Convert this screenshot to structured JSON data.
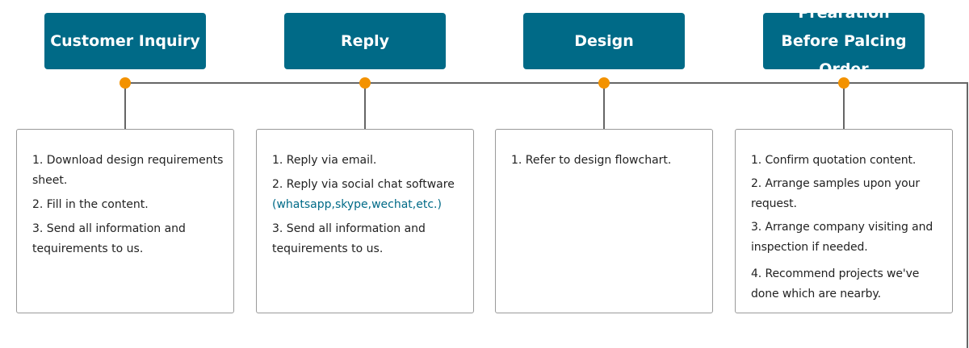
{
  "colors": {
    "header_bg": "#006a87",
    "header_text": "#ffffff",
    "dot": "#f39200",
    "line": "#666666",
    "box_border": "#9a9a9a",
    "highlight_text": "#006a87"
  },
  "stages": [
    {
      "title": "Customer Inquiry",
      "items": [
        "1. Download design requirements sheet.",
        "2. Fill in the content.",
        "3. Send all information and tequirements to us."
      ]
    },
    {
      "title": "Reply",
      "items": [
        "1. Reply via email.",
        "2. Reply via social chat software",
        "3. Send all information and tequirements to us."
      ],
      "item2_note": "(whatsapp,skype,wechat,etc.)"
    },
    {
      "title": "Design",
      "items": [
        "1. Refer to design flowchart."
      ]
    },
    {
      "title": "Prearation Before Palcing Order",
      "items": [
        "1. Confirm quotation content.",
        "2. Arrange samples upon your request.",
        "3. Arrange company visiting and inspection if needed.",
        "4. Recommend projects we've done which are nearby."
      ]
    }
  ]
}
